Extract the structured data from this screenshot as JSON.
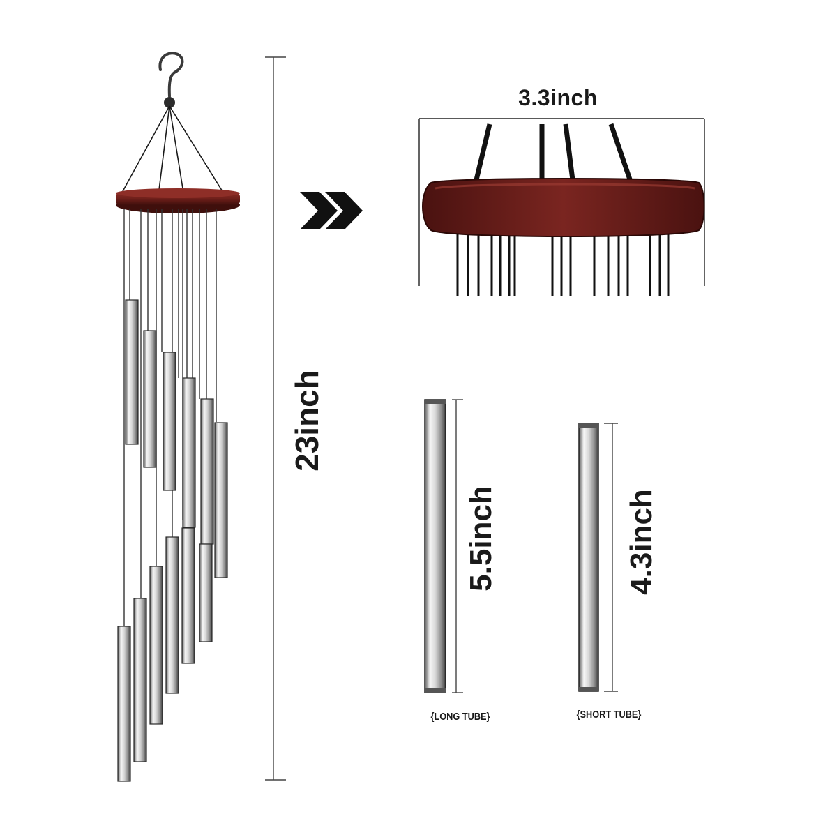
{
  "product": {
    "top_width": "3.3inch",
    "total_length": "23inch",
    "long_tube_length": "5.5inch",
    "short_tube_length": "4.3inch",
    "long_tube_caption": "{LONG TUBE}",
    "short_tube_caption": "{SHORT TUBE}"
  },
  "colors": {
    "wood": "#6e1f1a",
    "wood_dark": "#4a1210",
    "metal_light": "#f4f4f4",
    "metal_dark": "#4a4a4a",
    "line": "#1a1a1a"
  }
}
